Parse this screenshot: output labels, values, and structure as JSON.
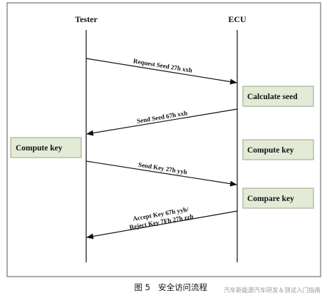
{
  "lifelines": {
    "tester": "Tester",
    "ecu": "ECU"
  },
  "messages": [
    {
      "label": "Request Seed 27h xxh",
      "direction": "to-ecu"
    },
    {
      "label": "Send Seed 67h xxh",
      "direction": "to-tester"
    },
    {
      "label": "Send Key 27h yyh",
      "direction": "to-ecu"
    },
    {
      "label_line1": "Accept Key 67h yyh/",
      "label_line2": "Reject Key 7Fh 27h zzh",
      "direction": "to-tester"
    }
  ],
  "boxes": {
    "calculate_seed": "Calculate seed",
    "compute_key_tester": "Compute key",
    "compute_key_ecu": "Compute key",
    "compare_key": "Compare key"
  },
  "caption": {
    "number": "图 5",
    "title": "安全访问流程"
  },
  "watermark": "汽车新能源汽车研发＆测试入门指南",
  "colors": {
    "box_fill": "#e3ebd6",
    "box_stroke": "#9aa688",
    "frame": "#555555",
    "line": "#111111"
  }
}
